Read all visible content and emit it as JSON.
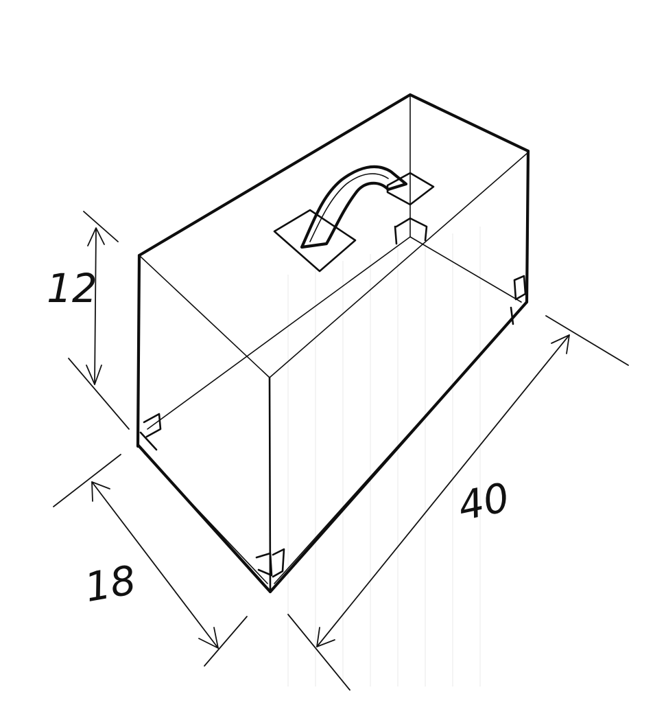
{
  "dimensions": {
    "height": {
      "label": "12"
    },
    "depth": {
      "label": "18"
    },
    "length": {
      "label": "40"
    }
  },
  "colors": {
    "ink": "#0e0e0e",
    "paper": "#ffffff",
    "faint_grid": "#e9e9e9"
  }
}
